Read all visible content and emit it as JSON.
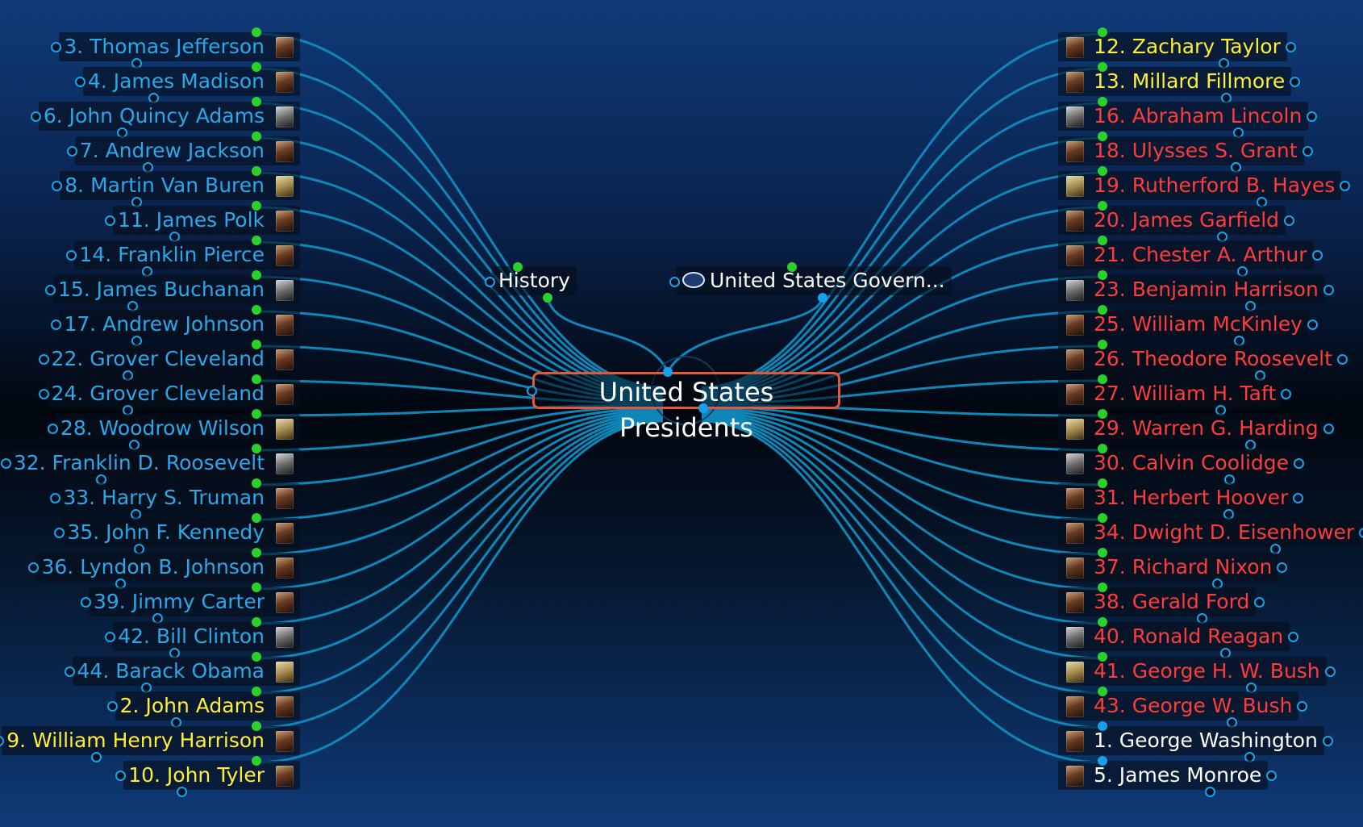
{
  "central_topic": "United States Presidents",
  "topics": {
    "history": "History",
    "government": "United States Govern..."
  },
  "colors": {
    "background_top": "#0f3a78",
    "background_center": "#02070f",
    "link": "#0f86b8",
    "central_border": "#e8563a",
    "democratic_blue": "#2aa8ea",
    "republican_red": "#ff3b3b",
    "whig_yellow": "#ffee33",
    "other_white": "#ffffff",
    "connector_green": "#2bd12b",
    "connector_blue": "#1aa0ea"
  },
  "left_branches": [
    {
      "label": "3. Thomas Jefferson",
      "party": "blue",
      "photo": "president-portrait-icon"
    },
    {
      "label": "4. James Madison",
      "party": "blue",
      "photo": "president-portrait-icon"
    },
    {
      "label": "6. John Quincy Adams",
      "party": "blue",
      "photo": "president-portrait-icon"
    },
    {
      "label": "7. Andrew Jackson",
      "party": "blue",
      "photo": "president-portrait-icon"
    },
    {
      "label": "8. Martin Van Buren",
      "party": "blue",
      "photo": "president-portrait-icon"
    },
    {
      "label": "11. James Polk",
      "party": "blue",
      "photo": "president-portrait-icon"
    },
    {
      "label": "14. Franklin Pierce",
      "party": "blue",
      "photo": "president-portrait-icon"
    },
    {
      "label": "15. James Buchanan",
      "party": "blue",
      "photo": "president-portrait-icon"
    },
    {
      "label": "17. Andrew Johnson",
      "party": "blue",
      "photo": "president-portrait-icon"
    },
    {
      "label": "22. Grover Cleveland",
      "party": "blue",
      "photo": "president-portrait-icon"
    },
    {
      "label": "24. Grover Cleveland",
      "party": "blue",
      "photo": "president-portrait-icon"
    },
    {
      "label": "28. Woodrow Wilson",
      "party": "blue",
      "photo": "president-portrait-icon"
    },
    {
      "label": "32. Franklin D. Roosevelt",
      "party": "blue",
      "photo": "president-portrait-icon"
    },
    {
      "label": "33. Harry S. Truman",
      "party": "blue",
      "photo": "president-portrait-icon"
    },
    {
      "label": "35. John F. Kennedy",
      "party": "blue",
      "photo": "president-portrait-icon"
    },
    {
      "label": "36. Lyndon B. Johnson",
      "party": "blue",
      "photo": "president-portrait-icon"
    },
    {
      "label": "39. Jimmy Carter",
      "party": "blue",
      "photo": "president-portrait-icon"
    },
    {
      "label": "42. Bill Clinton",
      "party": "blue",
      "photo": "president-portrait-icon"
    },
    {
      "label": "44. Barack Obama",
      "party": "blue",
      "photo": "president-portrait-icon"
    },
    {
      "label": "2. John Adams",
      "party": "yellow",
      "photo": "president-portrait-icon"
    },
    {
      "label": "9. William Henry Harrison",
      "party": "yellow",
      "photo": "president-portrait-icon"
    },
    {
      "label": "10. John Tyler",
      "party": "yellow",
      "photo": "president-portrait-icon"
    }
  ],
  "right_branches": [
    {
      "label": "12. Zachary Taylor",
      "party": "yellow",
      "photo": "president-portrait-icon"
    },
    {
      "label": "13. Millard Fillmore",
      "party": "yellow",
      "photo": "president-portrait-icon"
    },
    {
      "label": "16. Abraham Lincoln",
      "party": "red",
      "photo": "president-portrait-icon"
    },
    {
      "label": "18. Ulysses S. Grant",
      "party": "red",
      "photo": "president-portrait-icon"
    },
    {
      "label": "19. Rutherford B. Hayes",
      "party": "red",
      "photo": "president-portrait-icon"
    },
    {
      "label": "20. James Garfield",
      "party": "red",
      "photo": "president-portrait-icon"
    },
    {
      "label": "21. Chester A. Arthur",
      "party": "red",
      "photo": "president-portrait-icon"
    },
    {
      "label": "23. Benjamin Harrison",
      "party": "red",
      "photo": "president-portrait-icon"
    },
    {
      "label": "25. William McKinley",
      "party": "red",
      "photo": "president-portrait-icon"
    },
    {
      "label": "26. Theodore Roosevelt",
      "party": "red",
      "photo": "president-portrait-icon"
    },
    {
      "label": "27. William H. Taft",
      "party": "red",
      "photo": "president-portrait-icon"
    },
    {
      "label": "29. Warren G. Harding",
      "party": "red",
      "photo": "president-portrait-icon"
    },
    {
      "label": "30. Calvin Coolidge",
      "party": "red",
      "photo": "president-portrait-icon"
    },
    {
      "label": "31. Herbert Hoover",
      "party": "red",
      "photo": "president-portrait-icon"
    },
    {
      "label": "34. Dwight D. Eisenhower",
      "party": "red",
      "photo": "president-portrait-icon"
    },
    {
      "label": "37. Richard Nixon",
      "party": "red",
      "photo": "president-portrait-icon"
    },
    {
      "label": "38. Gerald Ford",
      "party": "red",
      "photo": "president-portrait-icon"
    },
    {
      "label": "40. Ronald Reagan",
      "party": "red",
      "photo": "president-portrait-icon"
    },
    {
      "label": "41. George H. W. Bush",
      "party": "red",
      "photo": "president-portrait-icon"
    },
    {
      "label": "43. George W. Bush",
      "party": "red",
      "photo": "president-portrait-icon"
    },
    {
      "label": "1. George Washington",
      "party": "white",
      "photo": "president-portrait-icon"
    },
    {
      "label": "5. James Monroe",
      "party": "white",
      "photo": "president-portrait-icon"
    }
  ]
}
